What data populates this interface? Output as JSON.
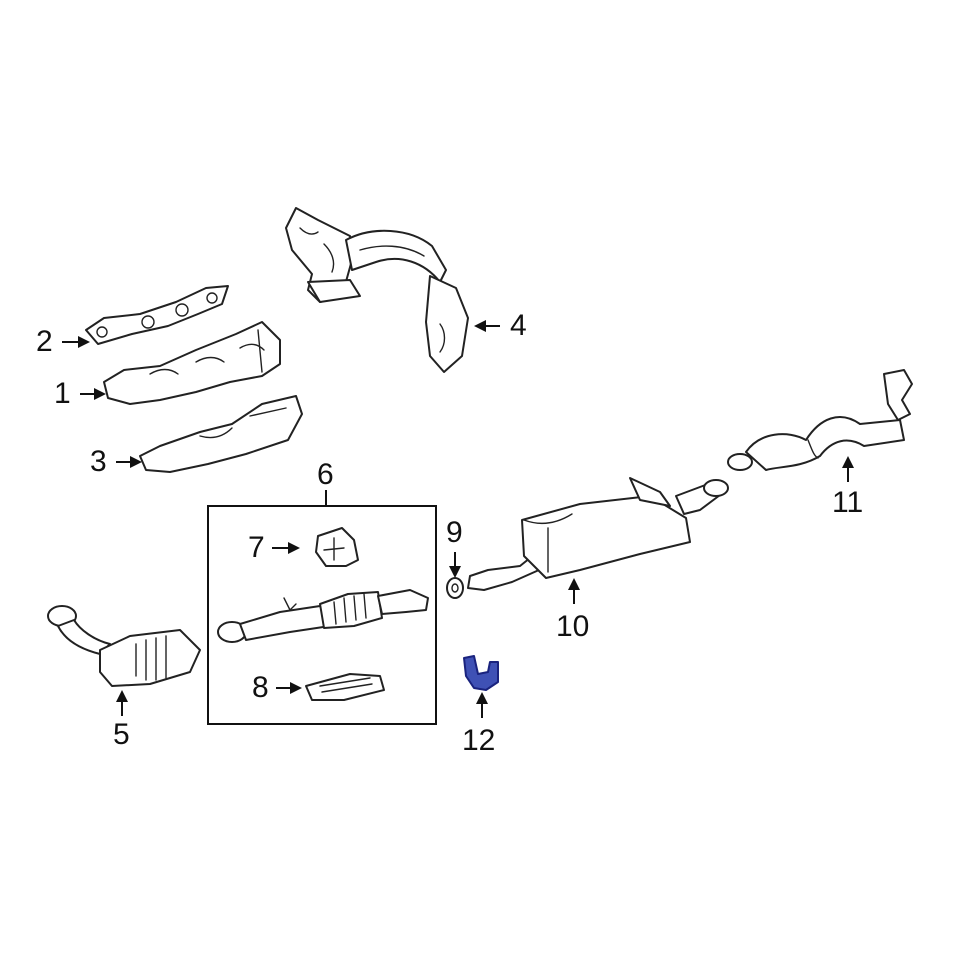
{
  "callouts": {
    "c1": "1",
    "c2": "2",
    "c3": "3",
    "c4": "4",
    "c5": "5",
    "c6": "6",
    "c7": "7",
    "c8": "8",
    "c9": "9",
    "c10": "10",
    "c11": "11",
    "c12": "12"
  },
  "colors": {
    "line": "#222222",
    "highlight_part": "#3f51b5",
    "background": "#ffffff"
  },
  "highlighted_part": "12"
}
